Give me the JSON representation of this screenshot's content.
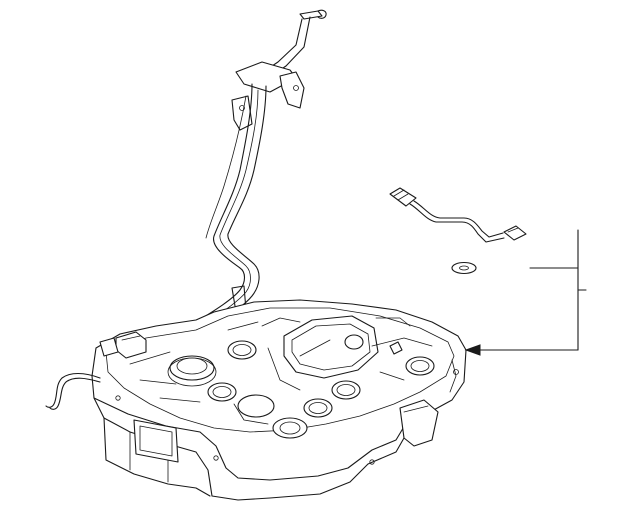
{
  "diagram": {
    "line_color": "#1a1a1a",
    "background": "#ffffff",
    "parts": [
      {
        "name": "fuel-tank"
      },
      {
        "name": "filler-pipe"
      },
      {
        "name": "wiring-harness"
      },
      {
        "name": "washer"
      }
    ],
    "callout": {
      "style": "bracket-with-arrow"
    }
  }
}
